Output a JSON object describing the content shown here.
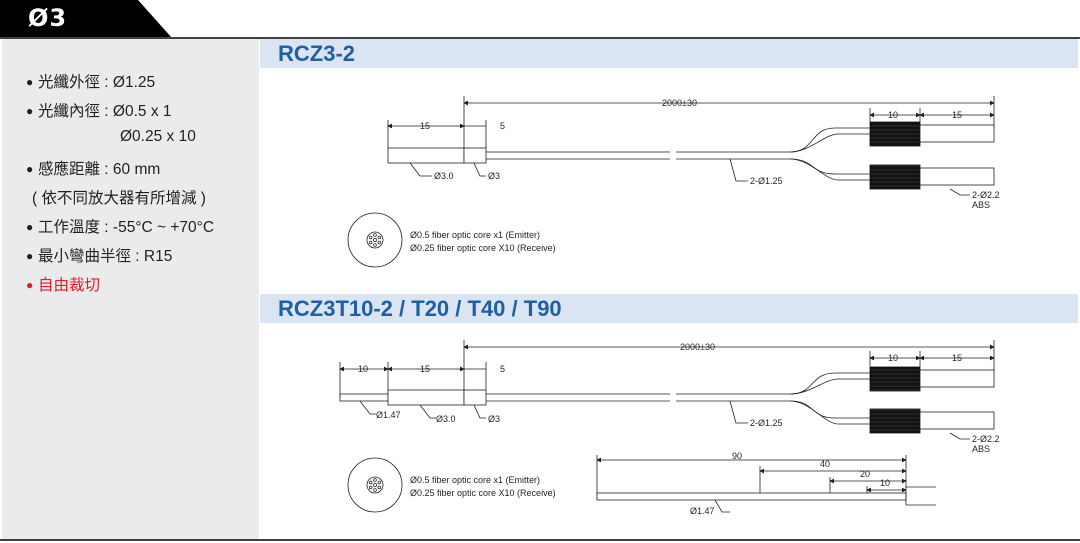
{
  "tab": {
    "label": "Ø3"
  },
  "specs": [
    {
      "text": "光纖外徑 : Ø1.25"
    },
    {
      "text": "光纖內徑 : Ø0.5 x 1"
    },
    {
      "text": "Ø0.25 x 10"
    },
    {
      "text": "感應距離 : 60 mm"
    },
    {
      "text": "( 依不同放大器有所增減 )"
    },
    {
      "text": "工作溫度 : -55°C ~ +70°C"
    },
    {
      "text": "最小彎曲半徑 : R15"
    },
    {
      "text": "自由裁切"
    }
  ],
  "section1": {
    "title": "RCZ3-2",
    "dims": {
      "total": "2000±30",
      "d15": "15",
      "d5": "5",
      "d10": "10",
      "d15b": "15"
    },
    "labels": {
      "tip": "Ø3.0",
      "ferrule": "Ø3",
      "fiber": "2-Ø1.25",
      "plug": "2-Ø2.2",
      "abs": "ABS"
    },
    "core_notes": [
      "Ø0.5 fiber optic core x1 (Emitter)",
      "Ø0.25 fiber optic core X10 (Receive)"
    ]
  },
  "section2": {
    "title": "RCZ3T10-2 / T20 / T40 / T90",
    "dims": {
      "total": "2000±30",
      "d10": "10",
      "d15": "15",
      "d5": "5",
      "d10b": "10",
      "d15b": "15"
    },
    "labels": {
      "needle": "Ø1.47",
      "tip": "Ø3.0",
      "ferrule": "Ø3",
      "fiber": "2-Ø1.25",
      "plug": "2-Ø2.2",
      "abs": "ABS"
    },
    "core_notes": [
      "Ø0.5 fiber optic core x1 (Emitter)",
      "Ø0.25 fiber optic core X10 (Receive)"
    ],
    "tube_dims": {
      "d90": "90",
      "d40": "40",
      "d20": "20",
      "d10": "10",
      "needle": "Ø1.47"
    }
  }
}
